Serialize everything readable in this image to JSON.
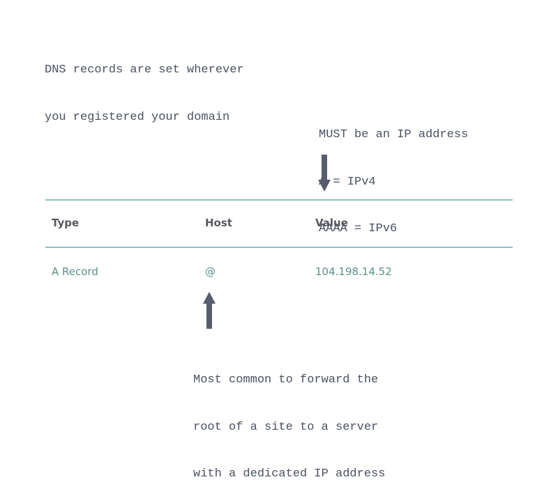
{
  "notes": {
    "top_left": [
      "DNS records are set wherever",
      "you registered your domain"
    ],
    "top_right": [
      "MUST be an IP address",
      "A = IPv4",
      "AAAA = IPv6"
    ],
    "bottom": [
      "Most common to forward the",
      "root of a site to a server",
      "with a dedicated IP address"
    ]
  },
  "table": {
    "headers": [
      "Type",
      "Host",
      "Value"
    ],
    "row": [
      "A Record",
      "@",
      "104.198.14.52"
    ]
  }
}
